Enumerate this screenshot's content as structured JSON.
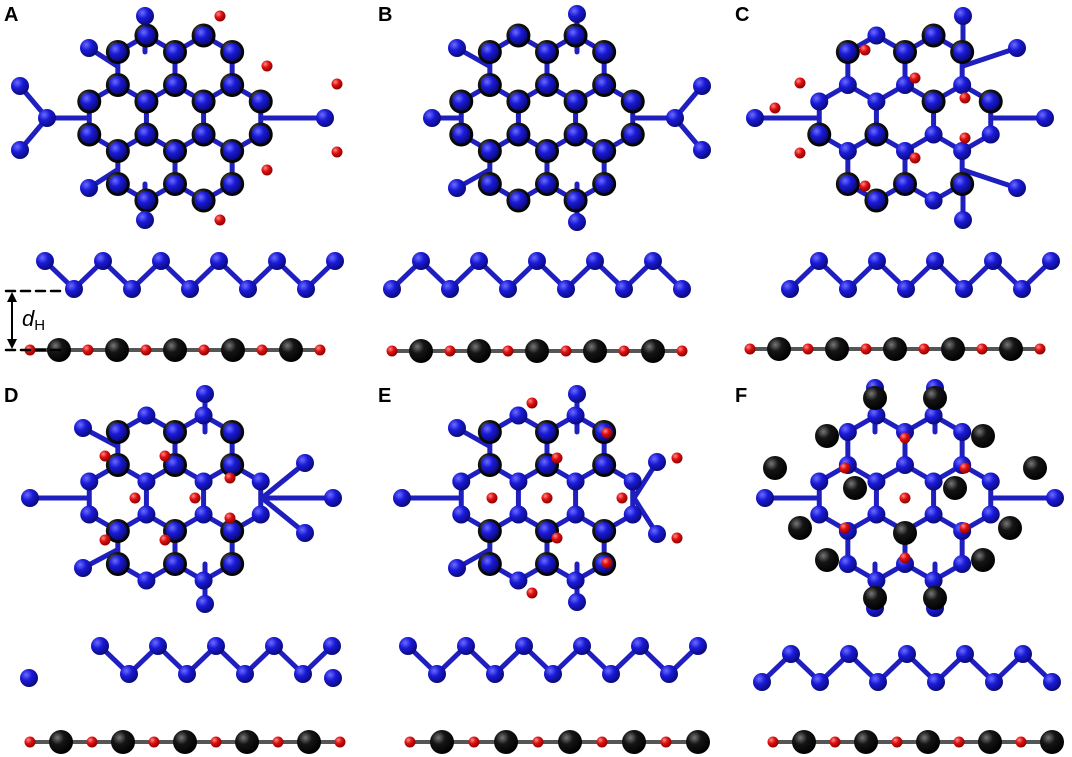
{
  "panels": [
    {
      "label": "A"
    },
    {
      "label": "B"
    },
    {
      "label": "C"
    },
    {
      "label": "D"
    },
    {
      "label": "E"
    },
    {
      "label": "F"
    }
  ],
  "annotation": {
    "symbol": "d",
    "subscript": "H"
  },
  "colors": {
    "top_layer_atom": "#1a1ad8",
    "top_layer_bond": "#1f1fbf",
    "bottom_layer_large_atom": "#111111",
    "bottom_layer_small_atom": "#e01010"
  }
}
